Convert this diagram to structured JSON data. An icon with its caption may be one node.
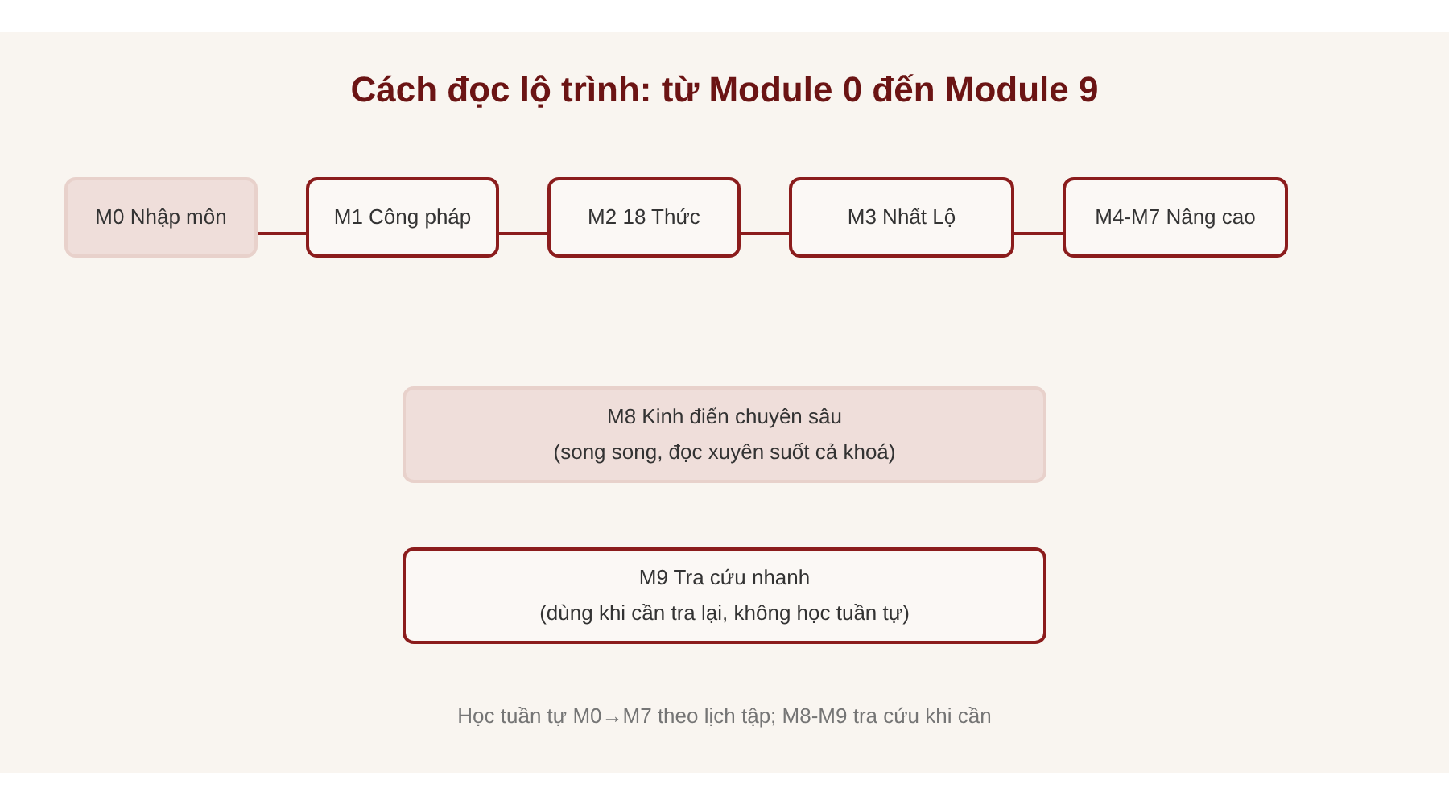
{
  "diagram": {
    "title": "Cách đọc lộ trình: từ Module 0 đến Module 9",
    "nodes": [
      {
        "text": [
          "M0 Nhập môn"
        ]
      },
      {
        "text": [
          "M1 Công pháp"
        ]
      },
      {
        "text": [
          "M2 18 Thức"
        ]
      },
      {
        "text": [
          "M3 Nhất Lộ"
        ]
      },
      {
        "text": [
          "M4-M7 Nâng cao"
        ]
      },
      {
        "text": [
          "M8 Kinh điển chuyên sâu",
          "(song song, đọc xuyên suốt cả khoá)"
        ]
      },
      {
        "text": [
          "M9 Tra cứu nhanh",
          "(dùng khi cần tra lại, không học tuần tự)"
        ]
      }
    ],
    "edges": [
      {
        "from": 0,
        "to": 1,
        "arrow": "none"
      },
      {
        "from": 1,
        "to": 2,
        "arrow": "none"
      },
      {
        "from": 2,
        "to": 3,
        "arrow": "none"
      },
      {
        "from": 3,
        "to": 4,
        "arrow": "none"
      }
    ],
    "caption": "Học tuần tự M0→M7 theo lịch tập; M8-M9 tra cứu khi cần"
  }
}
